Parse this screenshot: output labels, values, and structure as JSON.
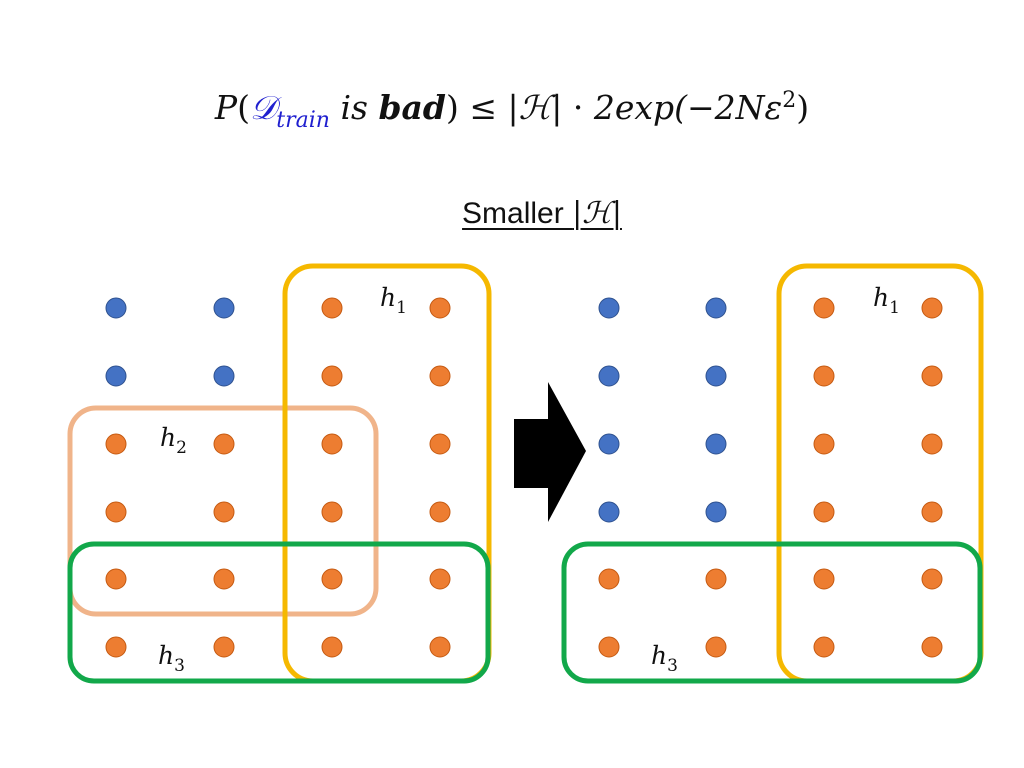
{
  "formula": {
    "p": "P",
    "paren_open": "(",
    "dataset_symbol": "𝒟",
    "dataset_sub": "train",
    "is": "is",
    "bad": "bad",
    "paren_close": ")",
    "leq": "≤",
    "hyp_abs": "|ℋ|",
    "dot": "·",
    "rhs": "2exp(−2Nε",
    "exponent": "2",
    "rhs_close": ")"
  },
  "subtitle": {
    "text": "Smaller ",
    "symbol": "|ℋ|"
  },
  "grid": {
    "columns": 4,
    "rows": 6,
    "left_panel": [
      [
        "blue",
        "blue",
        "orange",
        "orange"
      ],
      [
        "blue",
        "blue",
        "orange",
        "orange"
      ],
      [
        "orange",
        "orange",
        "orange",
        "orange"
      ],
      [
        "orange",
        "orange",
        "orange",
        "orange"
      ],
      [
        "orange",
        "orange",
        "orange",
        "orange"
      ],
      [
        "orange",
        "orange",
        "orange",
        "orange"
      ]
    ],
    "right_panel": [
      [
        "blue",
        "blue",
        "orange",
        "orange"
      ],
      [
        "blue",
        "blue",
        "orange",
        "orange"
      ],
      [
        "blue",
        "blue",
        "orange",
        "orange"
      ],
      [
        "blue",
        "blue",
        "orange",
        "orange"
      ],
      [
        "orange",
        "orange",
        "orange",
        "orange"
      ],
      [
        "orange",
        "orange",
        "orange",
        "orange"
      ]
    ]
  },
  "hypotheses": {
    "h1": {
      "letter": "h",
      "index": "1",
      "color": "#f5b800"
    },
    "h2": {
      "letter": "h",
      "index": "2",
      "color": "#f0b48a"
    },
    "h3": {
      "letter": "h",
      "index": "3",
      "color": "#12a84a"
    }
  },
  "colors": {
    "blue_dot": "#4472c4",
    "orange_dot": "#ed7d31",
    "arrow": "#000000",
    "formula_blue": "#1f1fcf"
  },
  "icons": {
    "arrow": "right-arrow-icon"
  }
}
